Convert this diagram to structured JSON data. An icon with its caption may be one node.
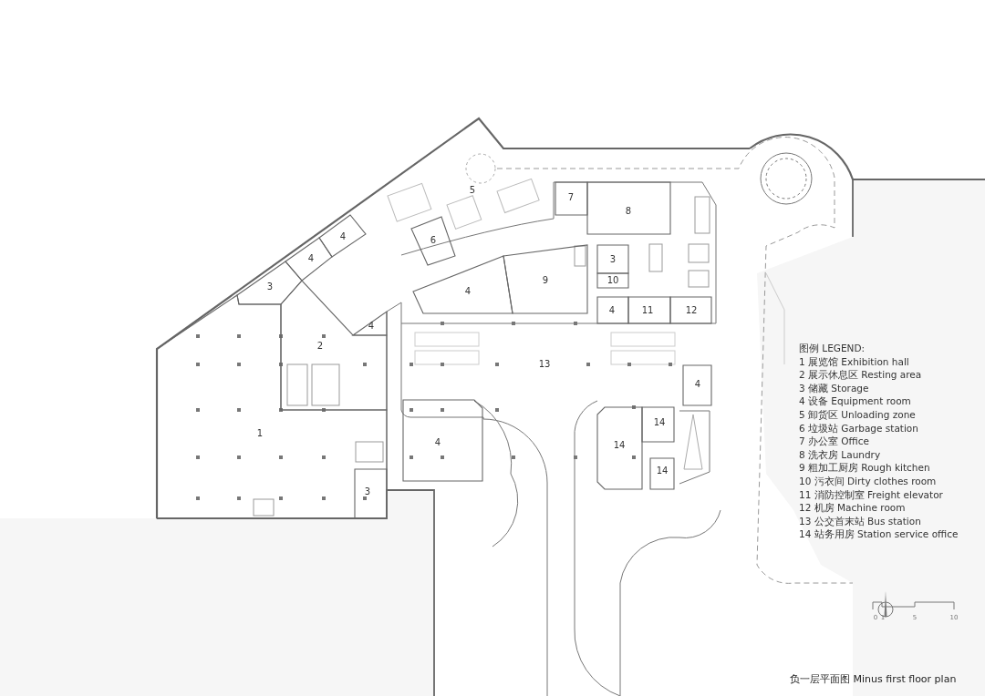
{
  "diagram": {
    "caption": "负一层平面图 Minus first floor plan",
    "nodes": [
      {
        "text": [
          "7"
        ]
      },
      {
        "text": [
          "8"
        ]
      },
      {
        "text": [
          "4"
        ]
      },
      {
        "text": [
          "6"
        ]
      },
      {
        "text": [
          "4"
        ]
      },
      {
        "text": [
          "3"
        ]
      },
      {
        "text": [
          "9"
        ]
      },
      {
        "text": [
          "10"
        ]
      },
      {
        "text": [
          "3"
        ]
      },
      {
        "text": [
          "4"
        ]
      },
      {
        "text": [
          "4"
        ]
      },
      {
        "text": [
          "11"
        ]
      },
      {
        "text": [
          "12"
        ]
      },
      {
        "text": [
          "4"
        ]
      },
      {
        "text": [
          "2"
        ]
      },
      {
        "text": [
          "4"
        ]
      },
      {
        "text": [
          "14"
        ]
      },
      {
        "text": [
          "1"
        ]
      },
      {
        "text": [
          "4"
        ]
      },
      {
        "text": [
          "14"
        ]
      },
      {
        "text": [
          "14"
        ]
      },
      {
        "text": [
          "3"
        ],
        "in": 17
      }
    ],
    "labels": [
      "5",
      "13",
      "图例 LEGEND:",
      "1 展览馆 Exhibition hall",
      "2 展示休息区 Resting area",
      "3 储藏 Storage",
      "4 设备 Equipment room",
      "5 卸货区 Unloading zone",
      "6 垃圾站 Garbage station",
      "7 办公室 Office",
      "8 洗衣房 Laundry",
      "9 粗加工厨房 Rough kitchen",
      "10 污衣间 Dirty clothes room",
      "11 消防控制室 Freight elevator",
      "12 机房 Machine room",
      "13 公交首末站 Bus station",
      "14 站务用房 Station service office",
      "0",
      "1",
      "5",
      "10"
    ]
  }
}
